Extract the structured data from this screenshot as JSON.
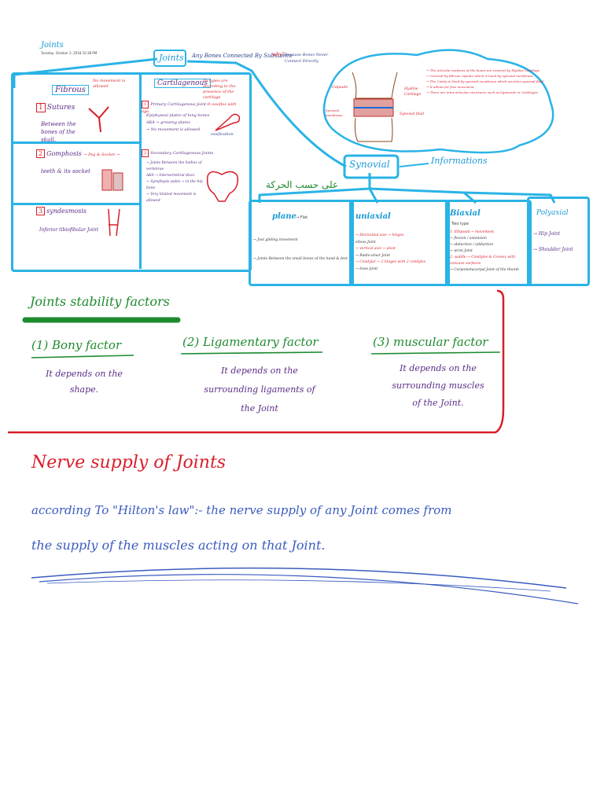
{
  "header": {
    "title": "Joints",
    "meta": "Tuesday, October 2, 2018   10:38 PM"
  },
  "joints_def": {
    "title": "Joints",
    "definition": "Any Bones Connected By Substance",
    "why": "why?",
    "because": "Because Bones Never Connect Directly"
  },
  "fibrous": {
    "title": "Fibrous",
    "note": "No movement is allowed",
    "items": [
      {
        "num": "1",
        "name": "Sutures",
        "desc": "Between the bones of the skull."
      },
      {
        "num": "2",
        "name": "Gomphosis",
        "sub": "→ Peg & Socket →",
        "desc": "teeth & its socket"
      },
      {
        "num": "3",
        "name": "syndesmosis",
        "desc": "Inferior tibiofibular Joint"
      }
    ]
  },
  "cartilaginous": {
    "title": "Cartilagenous",
    "note": "Its types are according to the presence of the cartilage",
    "items": [
      {
        "num": "1",
        "name": "Primary Cartilagenous Joint",
        "note": "It ossifies with age.",
        "lines": [
          "Epiphyseal plates of long bones",
          "AKA → growing plates",
          "→ No movement is allowed"
        ],
        "tag": "ossification"
      },
      {
        "num": "2",
        "name": "Secondary Cartilagenous Joints",
        "lines": [
          "→ Joints Between the bodies of vertebrae",
          "AKA → Intervertebral discs",
          "→ Symphysis pubis → in the hip bone",
          "→ Very limited movement is allowed"
        ]
      }
    ]
  },
  "synovial_info": {
    "labels": [
      "Capsule",
      "Synovial membrane",
      "Hyaline Cartilage",
      "Synovial fluid"
    ],
    "points": [
      "→ The articular surfaces of the bones are covered by Hyaline Cartilage",
      "→ Covered by fibrous capsule which is lined by synovial membrane",
      "→ The Cavity is lined by synovial membrane which secretes synovial fluid",
      "→ It allows for free movement",
      "→ There are intra-articular structures such as ligaments or Cartilages"
    ]
  },
  "synovial": {
    "title": "Synovial",
    "info": "Informations",
    "arabic": "على حسب الحركة"
  },
  "types": [
    {
      "title": "plane",
      "sub": "→ Flat",
      "lines": [
        "→ Just gliding movement",
        "→ Joints Between the small bones of the hand & feet"
      ]
    },
    {
      "title": "uniaxial",
      "lines": [
        "→ Horizontal axis → hinges",
        "elbow Joint",
        "→ vertical axis → pivot",
        "→ Radio-ulnar Joint",
        "→ Condylar → 2 hinges with 2 condyles",
        "→ knee Joint"
      ]
    },
    {
      "title": "Biaxial",
      "sub": "Two type",
      "lines": [
        "1. Ellipsoid → movement",
        "→ flexion / extension",
        "→ abduction / adduction",
        "→ wrist Joint",
        "2. saddle → Condyles & Convex with concave surfaces",
        "→ Carpometacarpal Joint of the thumb"
      ]
    },
    {
      "title": "Polyaxial",
      "lines": [
        "→ Hip Joint",
        "→ Shoulder Joint"
      ]
    }
  ],
  "stability": {
    "title": "Joints stability factors",
    "factors": [
      {
        "num": "1",
        "name": "Bony factor",
        "desc": "It depends on the shape."
      },
      {
        "num": "2",
        "name": "Ligamentary factor",
        "desc": "It depends on the surrounding ligaments of the Joint"
      },
      {
        "num": "3",
        "name": "muscular factor",
        "desc": "It depends on the surrounding muscles of the Joint."
      }
    ]
  },
  "nerve": {
    "title": "Nerve supply of Joints",
    "line1": "according To \"Hilton's law\":- the nerve supply of any Joint comes from",
    "line2": "the supply of the muscles acting on that Joint."
  },
  "colors": {
    "blue": "#2ab3e6",
    "red": "#d81e2a",
    "green": "#1e8a2e",
    "purple": "#5a2c86",
    "navy": "#2b3f8a"
  }
}
